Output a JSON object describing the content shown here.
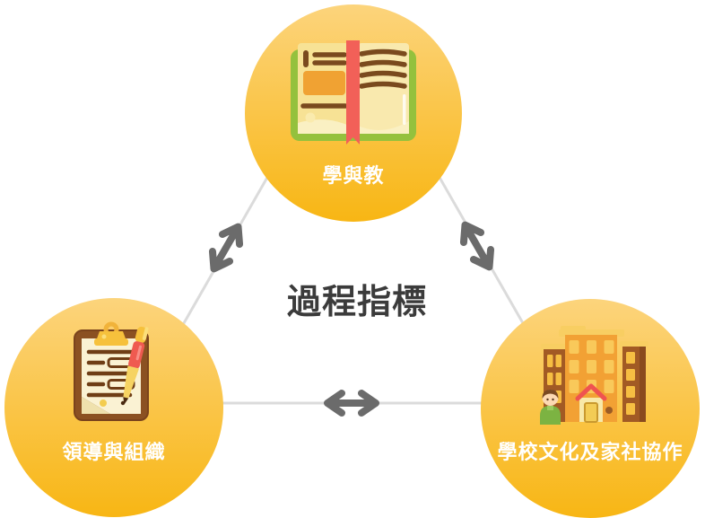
{
  "title": "過程指標",
  "nodes": [
    {
      "id": "learning-and-teaching",
      "label": "學與教",
      "icon": "open-book-icon"
    },
    {
      "id": "leadership-and-organization",
      "label": "領導與組織",
      "icon": "clipboard-pen-icon"
    },
    {
      "id": "school-culture-home-community",
      "label": "學校文化及家社協作",
      "icon": "school-building-icon"
    }
  ],
  "colors": {
    "circle_gradient_top": "#FCD47C",
    "circle_gradient_bottom": "#F8B614",
    "connector_line": "#DBDBDB",
    "arrow": "#6B6B6B",
    "title_text": "#3B3B3B",
    "label_text": "#FFFFFF",
    "background": "#FFFFFF"
  }
}
